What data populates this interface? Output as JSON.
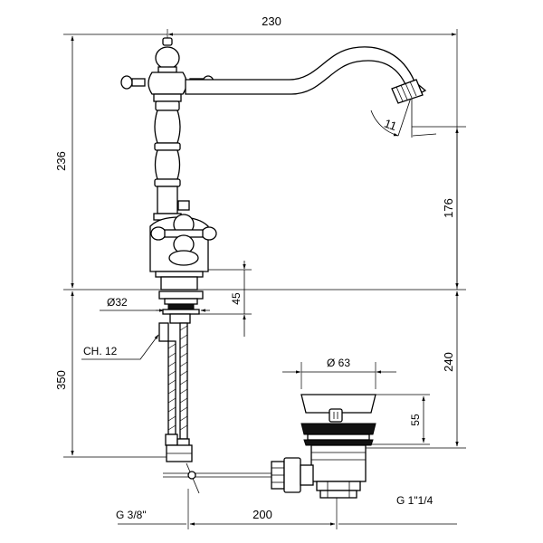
{
  "dimensions": {
    "top_width": "230",
    "left_height_top": "236",
    "spout_height": "176",
    "angle": "11",
    "diameter_32": "Ø32",
    "height_45": "45",
    "hex": "CH. 12",
    "left_height_bottom": "350",
    "right_height_bottom": "240",
    "drain_diameter": "Ø 63",
    "drain_height": "55",
    "bottom_width": "200",
    "thread_left": "G 3/8\"",
    "thread_right": "G 1\"1/4"
  },
  "colors": {
    "line": "#000000",
    "background": "#ffffff"
  }
}
